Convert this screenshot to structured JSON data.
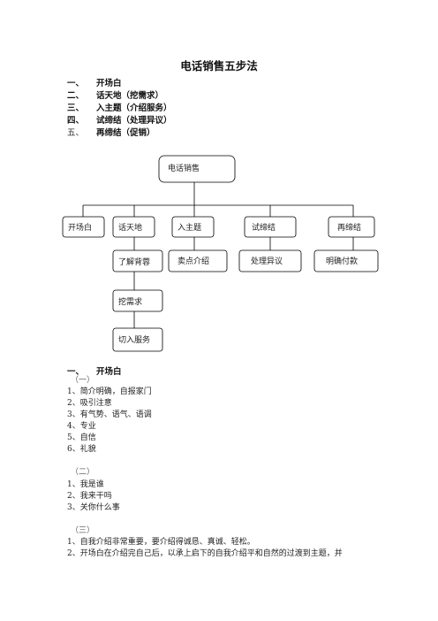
{
  "title": "电话销售五步法",
  "steps": [
    {
      "num": "一、",
      "text": "开场白"
    },
    {
      "num": "二、",
      "text": "话天地（挖需求）"
    },
    {
      "num": "三、",
      "text": "入主题（介绍服务）"
    },
    {
      "num": "四、",
      "text": "试缔结（处理异议）"
    },
    {
      "num": "五、",
      "text": "再缔结（促销）"
    }
  ],
  "diagram": {
    "root": "电话销售",
    "level1": [
      "开场白",
      "话天地",
      "入主题",
      "试缔结",
      "再缔结"
    ],
    "level2": [
      "了解背蓉",
      "卖点介绍",
      "处理异议",
      "明确付款"
    ],
    "chain": [
      "挖需求",
      "切入服务"
    ]
  },
  "section1": {
    "num": "一、",
    "heading": "开场白",
    "groups": [
      {
        "label": "（一）",
        "items": [
          "1、简介明确，自报家门",
          "2、吸引注意",
          "3、有气势、语气、语调",
          "4、专业",
          "5、自信",
          "6、礼貌"
        ]
      },
      {
        "label": "（二）",
        "items": [
          "1、我是谁",
          "2、我来干吗",
          "3、关你什么事"
        ]
      },
      {
        "label": "（三）",
        "items": [
          "1、自我介绍非常重要，要介绍得诚恳、真诚、轻松。",
          "2、开场白在介绍完自己后，以承上启下的自我介绍平和自然的过渡到主题，并"
        ]
      }
    ]
  }
}
